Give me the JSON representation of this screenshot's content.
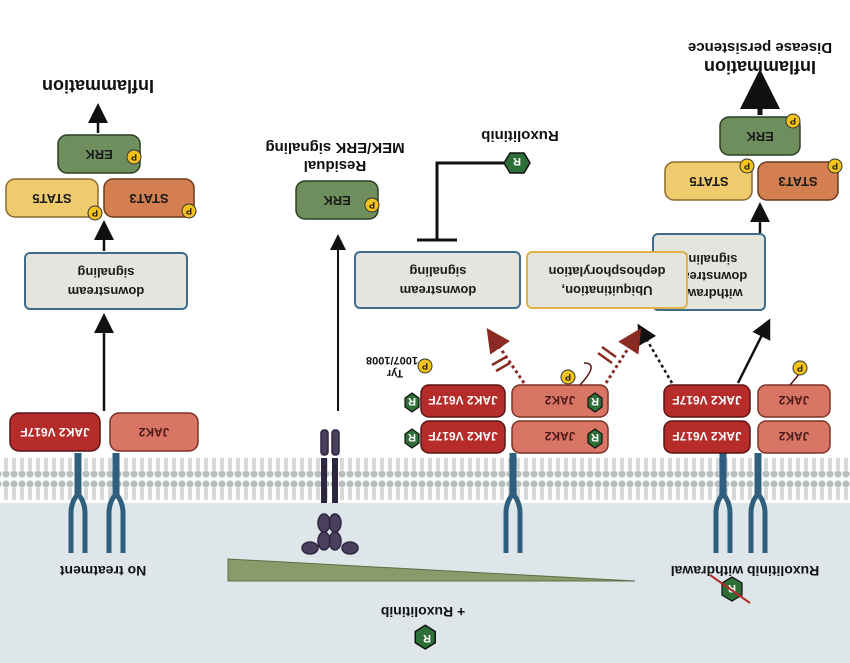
{
  "panels": {
    "no_treatment": {
      "label": "No treatment",
      "mutant": "JAK2 V617F",
      "wildtype": "JAK2",
      "box": [
        "downstream",
        "signaling"
      ],
      "stat5": "STAT5",
      "stat3": "STAT3",
      "erk": "ERK",
      "output": "Inflammation"
    },
    "ruxolitinib": {
      "label": "+ Ruxolitinib",
      "mutant": "JAK2 V617F",
      "wildtype": "JAK2",
      "tyr_label": [
        "Tyr",
        "1007/1008"
      ],
      "inhibitor": "Ruxolitinib",
      "box_downstream": [
        "downstream",
        "signaling"
      ],
      "box_ubiq": [
        "Ubiquitination,",
        "dephosphorylation"
      ],
      "erk": "ERK",
      "residual": [
        "Residual",
        "MEK/ERK signaling"
      ]
    },
    "withdrawal": {
      "label": "Ruxolitinib withdrawal",
      "mutant": "JAK2 V617F",
      "wildtype": "JAK2",
      "box": [
        "withdrawal",
        "downstream",
        "signaling"
      ],
      "stat5": "STAT5",
      "stat3": "STAT3",
      "erk": "ERK",
      "output": [
        "Inflammation",
        "Disease persistence"
      ]
    }
  },
  "marks": {
    "phospho": "P",
    "drug": "R"
  },
  "colors": {
    "membrane_below": "#dfe6ea",
    "membrane_lipid": "#c4c8ca",
    "receptor": "#2e5f7f",
    "jak2_mutant": "#b52c2a",
    "jak2_wt": "#d97564",
    "stat5": "#eecb6d",
    "stat3": "#d37f52",
    "erk": "#6e8e5e",
    "phospho": "#f4c21c",
    "drug_hex": "#2e6f38",
    "box_fill": "#e4e5df",
    "box_border": "#3d6d8a",
    "box_ubiq_border": "#e0b24a",
    "inhibit_line": "#1a1a1a",
    "dotted_red": "#8a2a23",
    "wedge": "#8a9a6a",
    "cytokine_receptor": "#4a3f5c"
  }
}
